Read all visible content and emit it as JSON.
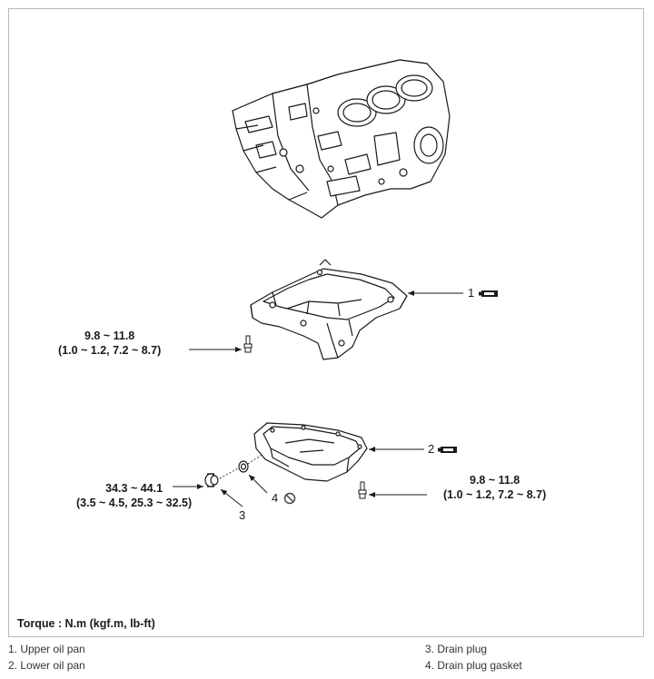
{
  "torque_labels": {
    "upper_bolt": {
      "value": "9.8 ~ 11.8",
      "converted": "(1.0 ~ 1.2, 7.2 ~ 8.7)"
    },
    "drain_plug": {
      "value": "34.3 ~ 44.1",
      "converted": "(3.5 ~ 4.5, 25.3 ~ 32.5)"
    },
    "lower_bolt": {
      "value": "9.8 ~ 11.8",
      "converted": "(1.0 ~ 1.2, 7.2 ~ 8.7)"
    }
  },
  "callouts": {
    "c1": "1",
    "c2": "2",
    "c3": "3",
    "c4": "4"
  },
  "torque_unit": "Torque : N.m (kgf.m, lb-ft)",
  "legend": [
    "1. Upper oil pan",
    "2. Lower oil pan",
    "3. Drain plug",
    "4. Drain plug gasket"
  ],
  "icons": [
    "sealant-tube-icon",
    "do-not-reuse-icon"
  ]
}
